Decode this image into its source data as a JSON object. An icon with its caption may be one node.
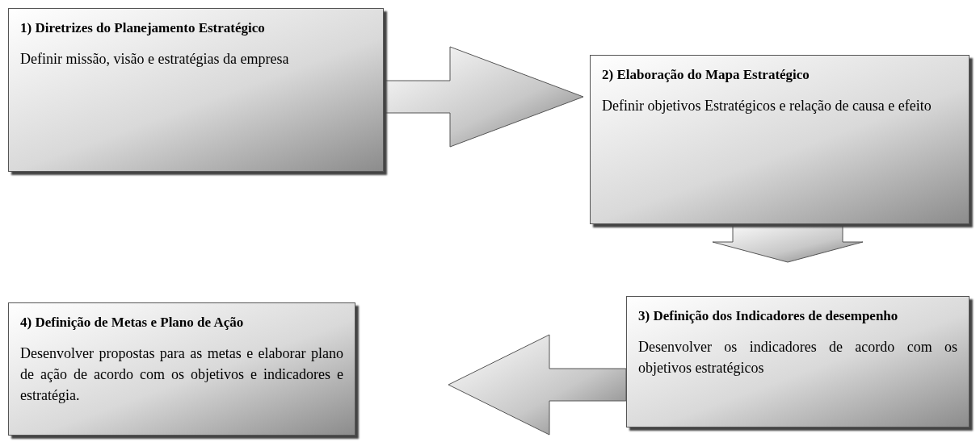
{
  "diagram": {
    "nodes": [
      {
        "text": [
          "1) Diretrizes do Planejamento Estratégico",
          "Definir missão, visão e estratégias da empresa"
        ]
      },
      {
        "text": [
          "2) Elaboração do Mapa Estratégico",
          "Definir objetivos Estratégicos e relação de causa e efeito"
        ]
      },
      {
        "text": [
          "3) Definição dos Indicadores  de desempenho",
          "Desenvolver os indicadores de acordo com os objetivos estratégicos"
        ]
      },
      {
        "text": [
          "4) Definição de Metas e Plano de Ação",
          "Desenvolver propostas para as metas e elaborar plano de ação de acordo com os objetivos e indicadores e estratégia."
        ]
      }
    ],
    "edges": [
      {
        "from": 0,
        "to": 1,
        "arrow": "to"
      },
      {
        "from": 1,
        "to": 2,
        "arrow": "to"
      },
      {
        "from": 2,
        "to": 3,
        "arrow": "to"
      }
    ]
  }
}
